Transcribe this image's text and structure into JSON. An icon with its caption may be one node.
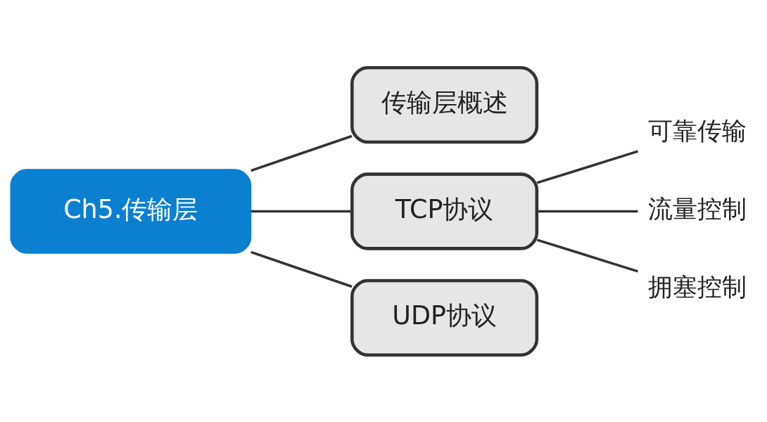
{
  "diagram": {
    "nodes": [
      {
        "text": [
          "Ch5.传输层"
        ]
      },
      {
        "text": [
          "传输层概述"
        ]
      },
      {
        "text": [
          "TCP协议"
        ]
      },
      {
        "text": [
          "UDP协议"
        ]
      },
      {
        "text": [
          "可靠传输"
        ]
      },
      {
        "text": [
          "流量控制"
        ]
      },
      {
        "text": [
          "拥塞控制"
        ]
      }
    ],
    "edges": [
      {
        "from": 0,
        "to": 1,
        "arrow": "none"
      },
      {
        "from": 0,
        "to": 2,
        "arrow": "none"
      },
      {
        "from": 0,
        "to": 3,
        "arrow": "none"
      },
      {
        "from": 2,
        "to": 4,
        "arrow": "none"
      },
      {
        "from": 2,
        "to": 5,
        "arrow": "none"
      },
      {
        "from": 2,
        "to": 6,
        "arrow": "none"
      }
    ]
  }
}
